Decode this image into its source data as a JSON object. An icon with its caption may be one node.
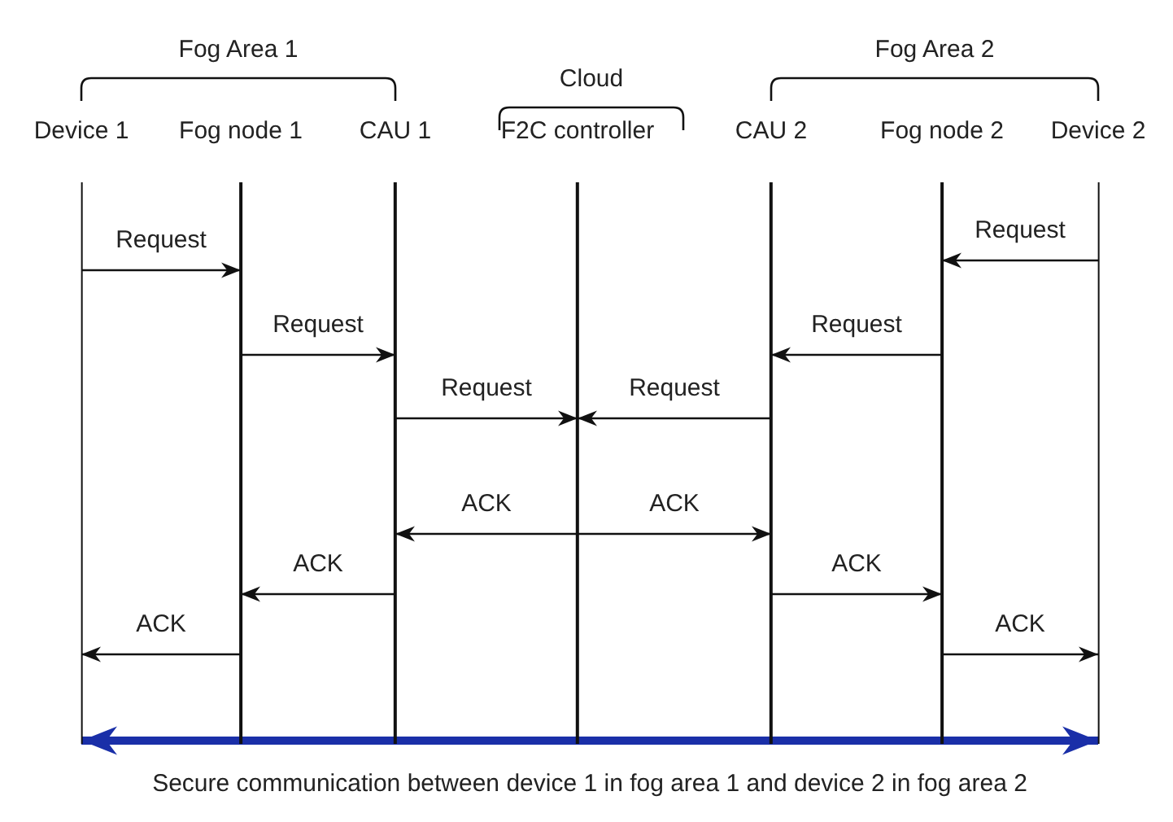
{
  "diagram": {
    "nodes": [
      {
        "text": [
          "Device 1"
        ]
      },
      {
        "text": [
          "Fog node 1"
        ]
      },
      {
        "text": [
          "CAU 1"
        ]
      },
      {
        "text": [
          "F2C controller"
        ]
      },
      {
        "text": [
          "CAU 2"
        ]
      },
      {
        "text": [
          "Fog node 2"
        ]
      },
      {
        "text": [
          "Device 2"
        ]
      }
    ],
    "edges": [
      {
        "from": 0,
        "to": 1,
        "arrow": "to",
        "label": "Request"
      },
      {
        "from": 6,
        "to": 5,
        "arrow": "to",
        "label": "Request"
      },
      {
        "from": 1,
        "to": 2,
        "arrow": "to",
        "label": "Request"
      },
      {
        "from": 5,
        "to": 4,
        "arrow": "to",
        "label": "Request"
      },
      {
        "from": 2,
        "to": 3,
        "arrow": "to",
        "label": "Request"
      },
      {
        "from": 4,
        "to": 3,
        "arrow": "to",
        "label": "Request"
      },
      {
        "from": 3,
        "to": 2,
        "arrow": "to",
        "label": "ACK"
      },
      {
        "from": 3,
        "to": 4,
        "arrow": "to",
        "label": "ACK"
      },
      {
        "from": 2,
        "to": 1,
        "arrow": "to",
        "label": "ACK"
      },
      {
        "from": 4,
        "to": 5,
        "arrow": "to",
        "label": "ACK"
      },
      {
        "from": 1,
        "to": 0,
        "arrow": "to",
        "label": "ACK"
      },
      {
        "from": 5,
        "to": 6,
        "arrow": "to",
        "label": "ACK"
      },
      {
        "from": 0,
        "to": 6,
        "arrow": "both",
        "label": "Secure communication between device 1 in fog area 1 and device 2 in fog area 2",
        "style": "thick",
        "color": "#1a2fa8"
      }
    ],
    "labels": [
      "Fog Area 1",
      "Cloud",
      "Fog Area 2"
    ]
  }
}
